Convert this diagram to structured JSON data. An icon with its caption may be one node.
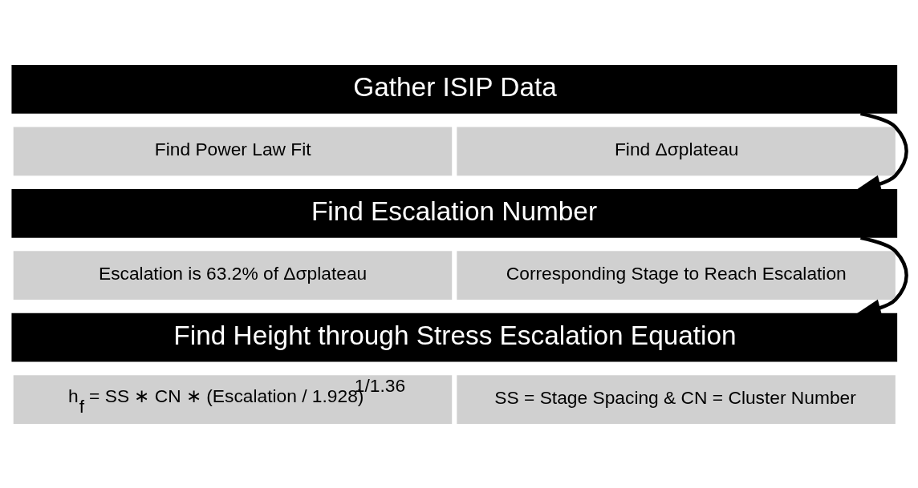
{
  "diagram": {
    "nodes": [
      {
        "text": [
          "Gather ISIP Data"
        ]
      },
      {
        "text": [
          "Find Power Law Fit"
        ]
      },
      {
        "text": [
          "Find Δσplateau"
        ]
      },
      {
        "text": [
          "Find Escalation Number"
        ]
      },
      {
        "text": [
          "Escalation is 63.2% of Δσplateau"
        ]
      },
      {
        "text": [
          "Corresponding Stage to Reach Escalation"
        ]
      },
      {
        "text": [
          "Find Height through Stress Escalation Equation"
        ]
      },
      {
        "text": [
          "h$_{f}$ = SS ∗ CN ∗ (Escalation / 1.928)$^{1/1.36}$"
        ]
      },
      {
        "text": [
          "SS = Stage Spacing & CN = Cluster Number"
        ]
      }
    ],
    "edges": [
      {
        "from": 0,
        "to": 3,
        "arrow": "to"
      },
      {
        "from": 3,
        "to": 6,
        "arrow": "to"
      }
    ]
  }
}
